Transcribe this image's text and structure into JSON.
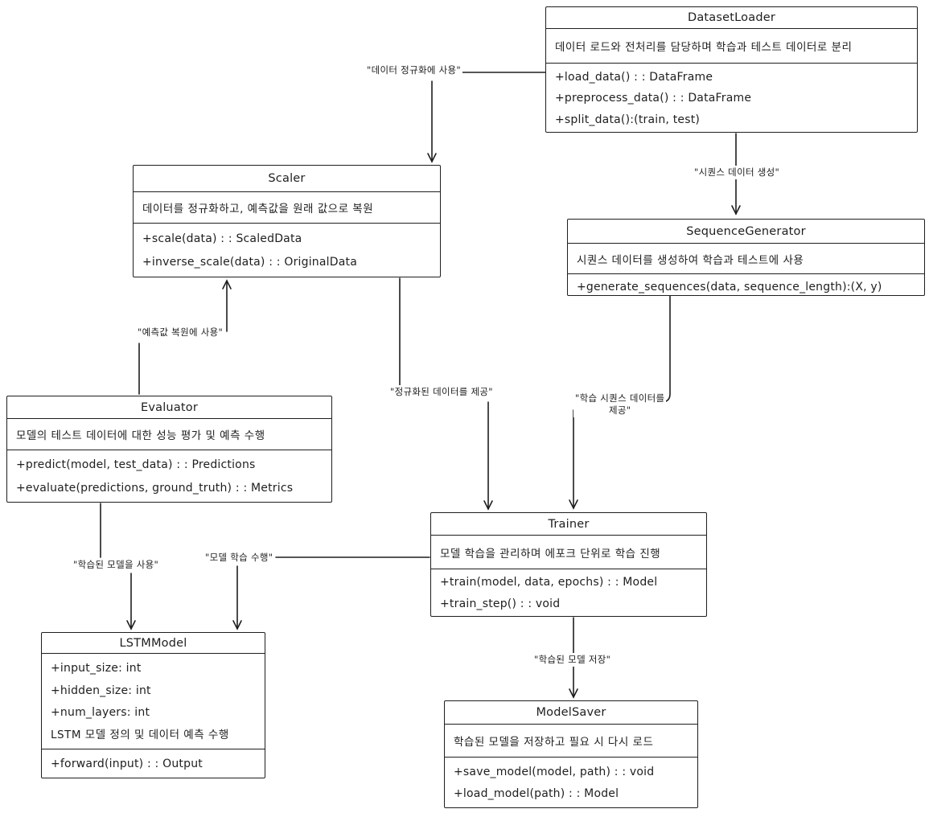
{
  "diagram": {
    "type": "uml-class-diagram",
    "colors": {
      "stroke": "#1e1e1e",
      "background": "#ffffff"
    },
    "classes": {
      "dataset_loader": {
        "title": "DatasetLoader",
        "description": "데이터 로드와 전처리를 담당하며 학습과 테스트 데이터로 분리",
        "methods": [
          "+load_data() : : DataFrame",
          "+preprocess_data() : : DataFrame",
          "+split_data():(train, test)"
        ]
      },
      "scaler": {
        "title": "Scaler",
        "description": "데이터를 정규화하고, 예측값을 원래 값으로 복원",
        "methods": [
          "+scale(data) : : ScaledData",
          "+inverse_scale(data) : : OriginalData"
        ]
      },
      "sequence_generator": {
        "title": "SequenceGenerator",
        "description": "시퀀스 데이터를 생성하여 학습과 테스트에 사용",
        "methods": [
          "+generate_sequences(data, sequence_length):(X, y)"
        ]
      },
      "evaluator": {
        "title": "Evaluator",
        "description": "모델의 테스트 데이터에 대한 성능 평가 및 예측 수행",
        "methods": [
          "+predict(model, test_data) : : Predictions",
          "+evaluate(predictions, ground_truth) : : Metrics"
        ]
      },
      "trainer": {
        "title": "Trainer",
        "description": "모델 학습을 관리하며 에포크 단위로 학습 진행",
        "methods": [
          "+train(model, data, epochs) : : Model",
          "+train_step() : : void"
        ]
      },
      "lstm_model": {
        "title": "LSTMModel",
        "attributes": [
          "+input_size: int",
          "+hidden_size: int",
          "+num_layers: int",
          "LSTM 모델 정의 및 데이터 예측 수행"
        ],
        "methods": [
          "+forward(input) : : Output"
        ]
      },
      "model_saver": {
        "title": "ModelSaver",
        "description": "학습된 모델을 저장하고 필요 시 다시 로드",
        "methods": [
          "+save_model(model, path) : : void",
          "+load_model(path) : : Model"
        ]
      }
    },
    "edge_labels": {
      "dataset_to_scaler": "\"데이터 정규화에 사용\"",
      "dataset_to_seqgen": "\"시퀀스 데이터 생성\"",
      "evaluator_to_scaler": "\"예측값 복원에 사용\"",
      "scaler_to_trainer": "\"정규화된 데이터를 제공\"",
      "seqgen_to_trainer": "\"학습 시퀀스 데이터를\n제공\"",
      "evaluator_to_lstm": "\"학습된 모델을 사용\"",
      "trainer_to_lstm": "\"모델 학습 수행\"",
      "trainer_to_saver": "\"학습된 모델 저장\""
    }
  }
}
